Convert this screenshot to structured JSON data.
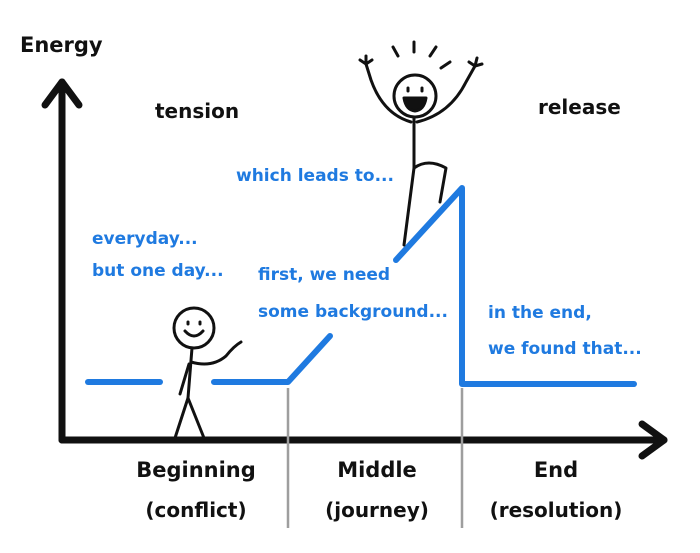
{
  "axis": {
    "y_label": "Energy"
  },
  "annotations": {
    "tension": "tension",
    "release": "release",
    "everyday": "everyday...",
    "but_one_day": "but one day...",
    "which_leads_to": "which leads to...",
    "first_we_need": "first, we need",
    "some_background": "some background...",
    "in_the_end": "in the end,",
    "we_found_that": "we found that..."
  },
  "sections": [
    {
      "name": "Beginning",
      "sub": "(conflict)"
    },
    {
      "name": "Middle",
      "sub": "(journey)"
    },
    {
      "name": "End",
      "sub": "(resolution)"
    }
  ],
  "colors": {
    "ink": "#111111",
    "accent": "#1f7ae0",
    "divider": "#9e9e9e"
  }
}
